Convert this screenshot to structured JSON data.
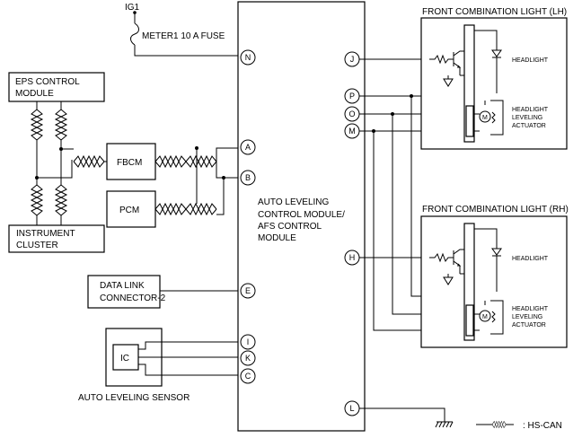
{
  "ig1_label": "IG1",
  "fuse_label": "METER1 10 A FUSE",
  "eps_line1": "EPS CONTROL",
  "eps_line2": "MODULE",
  "cluster_line1": "INSTRUMENT",
  "cluster_line2": "CLUSTER",
  "fbcm_label": "FBCM",
  "pcm_label": "PCM",
  "dlc_line1": "DATA LINK",
  "dlc_line2": "CONNECTOR-2",
  "ic_label": "IC",
  "sensor_label": "AUTO LEVELING SENSOR",
  "module_line1": "AUTO LEVELING",
  "module_line2": "CONTROL MODULE/",
  "module_line3": "AFS CONTROL",
  "module_line4": "MODULE",
  "lh_title": "FRONT COMBINATION LIGHT (LH)",
  "rh_title": "FRONT COMBINATION LIGHT (RH)",
  "headlight_label": "HEADLIGHT",
  "leveling_line1": "HEADLIGHT",
  "leveling_line2": "LEVELING",
  "leveling_line3": "ACTUATOR",
  "motor_label": "M",
  "legend_label": ": HS-CAN",
  "pins": {
    "n": "N",
    "a": "A",
    "b": "B",
    "e": "E",
    "i": "I",
    "k": "K",
    "c": "C",
    "j": "J",
    "p": "P",
    "o": "O",
    "m": "M",
    "h": "H",
    "l": "L"
  }
}
